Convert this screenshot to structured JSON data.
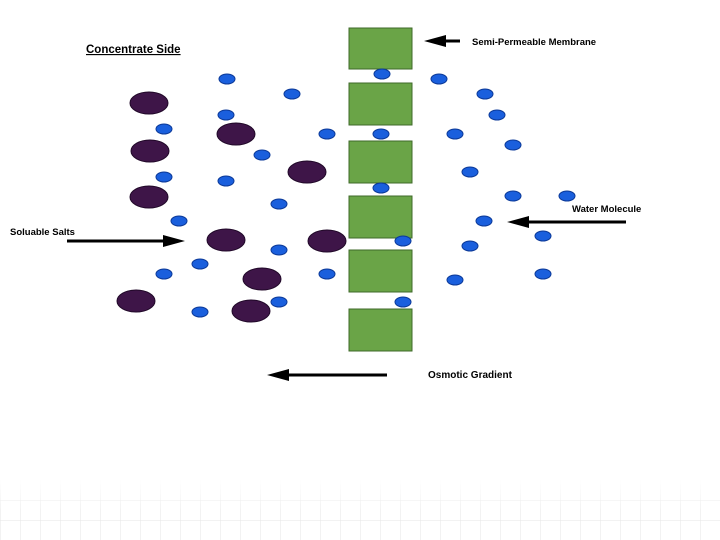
{
  "labels": {
    "concentrate_side": "Concentrate Side",
    "membrane": "Semi-Permeable Membrane",
    "water_molecule": "Water Molecule",
    "soluble_salts": "Soluable Salts",
    "osmotic_gradient": "Osmotic Gradient"
  },
  "colors": {
    "membrane": "#6aa447",
    "membrane_edge": "#3f6a2a",
    "water": "#1a5fdd",
    "water_edge": "#0c3a99",
    "salt": "#3e1548",
    "salt_edge": "#200828",
    "arrow": "#000000",
    "grid": "#e6e6e6"
  },
  "legend": {
    "water_icon": "water-molecule-icon",
    "salt_icon": "salt-particle-icon"
  }
}
